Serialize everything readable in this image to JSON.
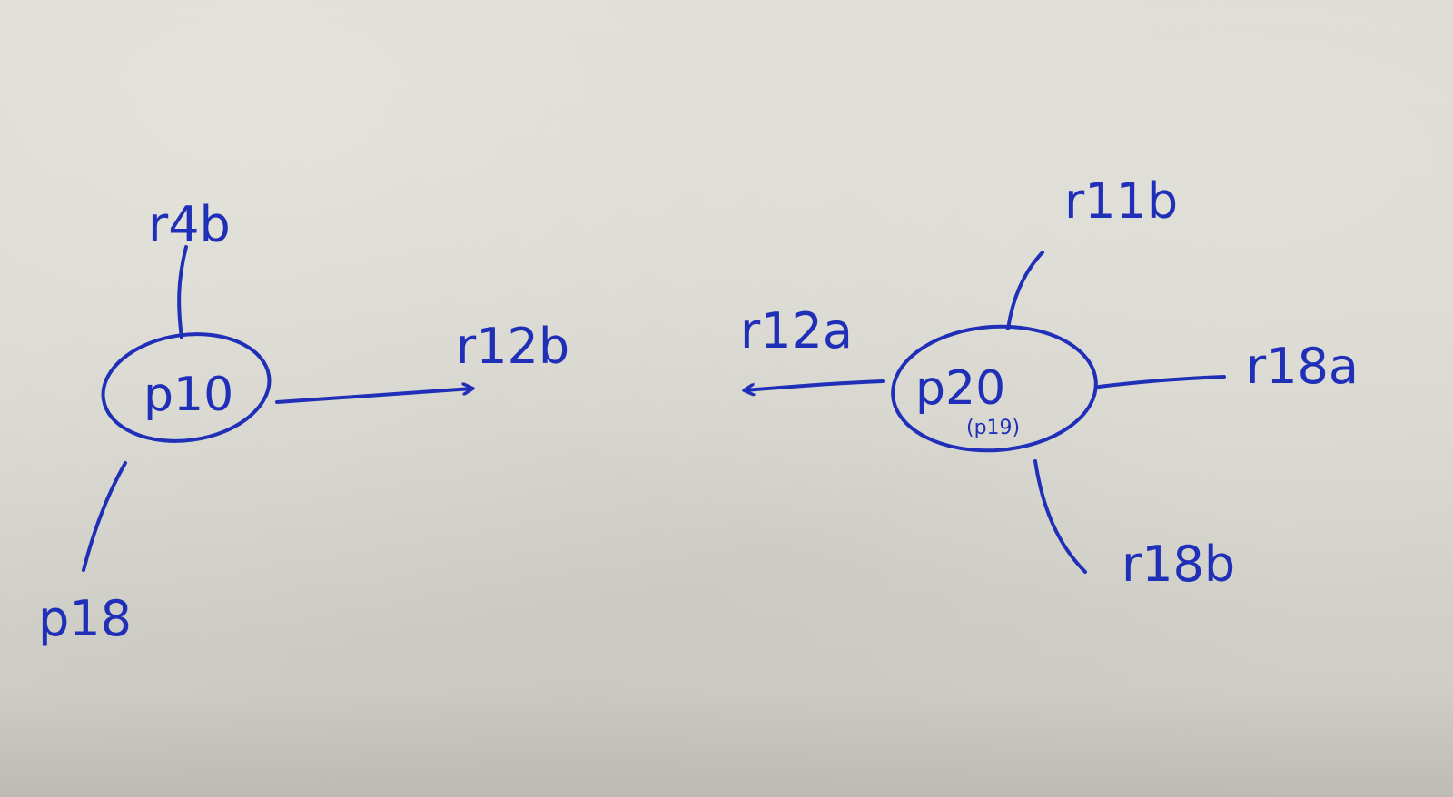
{
  "diagram": {
    "ink_color": "#1f2fb8",
    "nodes": [
      {
        "id": "p10",
        "label": "p10",
        "sublabel": ""
      },
      {
        "id": "p20",
        "label": "p20",
        "sublabel": "(p19)"
      }
    ],
    "labels": {
      "r4b": "r4b",
      "p18": "p18",
      "r12b": "r12b",
      "r12a": "r12a",
      "r11b": "r11b",
      "r18a": "r18a",
      "r18b": "r18b"
    },
    "edges": [
      {
        "from": "p10",
        "to": "r4b",
        "arrow": false
      },
      {
        "from": "p10",
        "to": "p18",
        "arrow": false
      },
      {
        "from": "p10",
        "to": "r12b",
        "arrow": true
      },
      {
        "from": "p20",
        "to": "r12a",
        "arrow": true
      },
      {
        "from": "p20",
        "to": "r11b",
        "arrow": false
      },
      {
        "from": "p20",
        "to": "r18a",
        "arrow": false
      },
      {
        "from": "p20",
        "to": "r18b",
        "arrow": false
      }
    ]
  }
}
